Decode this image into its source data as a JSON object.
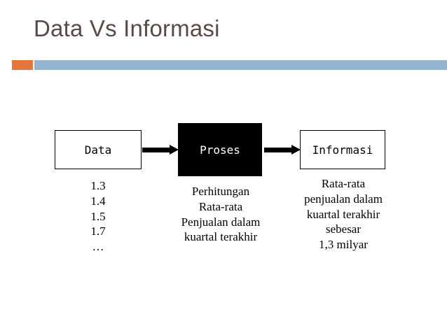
{
  "slide": {
    "title": "Data Vs Informasi",
    "title_color": "#5a4a46",
    "rule_accent_color": "#e2763c",
    "rule_main_color": "#93b4d0",
    "background_color": "#ffffff"
  },
  "diagram": {
    "type": "flow",
    "nodes": [
      {
        "id": "data",
        "label": "Data",
        "style": "outlined",
        "fill": "#ffffff",
        "text_color": "#000000",
        "caption": "1.3\n1.4\n1.5\n1.7\n…"
      },
      {
        "id": "proses",
        "label": "Proses",
        "style": "filled",
        "fill": "#000000",
        "text_color": "#ffffff",
        "caption": "Perhitungan\nRata-rata\nPenjualan dalam\nkuartal terakhir"
      },
      {
        "id": "informasi",
        "label": "Informasi",
        "style": "outlined",
        "fill": "#ffffff",
        "text_color": "#000000",
        "caption": "Rata-rata\npenjualan dalam\nkuartal terakhir\nsebesar\n1,3 milyar"
      }
    ],
    "edges": [
      {
        "from": "data",
        "to": "proses",
        "style": "arrow"
      },
      {
        "from": "proses",
        "to": "informasi",
        "style": "arrow"
      }
    ]
  }
}
